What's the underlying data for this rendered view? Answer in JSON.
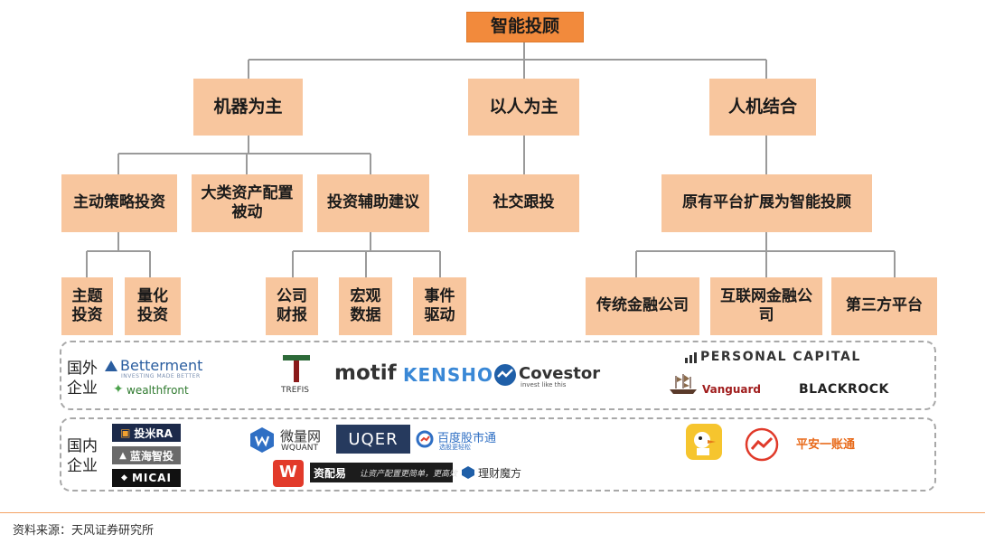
{
  "root": "智能投顾",
  "level1": [
    "机器为主",
    "以人为主",
    "人机结合"
  ],
  "level2": {
    "active": "主动策略投资",
    "passive": "大类资产配置被动",
    "assist": "投资辅助建议",
    "social": "社交跟投",
    "platform": "原有平台扩展为智能投顾"
  },
  "level3": {
    "theme": "主题投资",
    "quant": "量化投资",
    "finance": "公司财报",
    "macro": "宏观数据",
    "event": "事件驱动",
    "traditional": "传统金融公司",
    "internet": "互联网金融公司",
    "thirdparty": "第三方平台"
  },
  "groups": {
    "foreign_label": "国外企业",
    "domestic_label": "国内企业"
  },
  "logos_foreign": {
    "betterment": "Betterment",
    "betterment_tag": "INVESTING MADE BETTER",
    "wealthfront": "wealthfront",
    "trefis": "TREFIS",
    "motif": "motif",
    "kensho": "KENSHO",
    "covestor": "Covestor",
    "covestor_tag": "invest like this",
    "personal_capital": "PERSONAL CAPITAL",
    "vanguard": "Vanguard",
    "blackrock": "BLACKROCK"
  },
  "logos_domestic": {
    "touMiRA": "投米RA",
    "lanhai": "蓝海智投",
    "micai": "MICAI",
    "weiliang": "微量网",
    "wquant": "WQUANT",
    "uqer": "UQER",
    "baidu": "百度股市通",
    "baidu_tag": "选股更轻松",
    "ziPeiYi": "资配易",
    "ziPeiYi_slogan": "让资产配置更简单，更高效",
    "licai": "理财魔方",
    "pingan": "平安一账通"
  },
  "colors": {
    "root_fill": "#f28a3c",
    "box_fill": "#f8c69e",
    "connector": "#9a9a9a",
    "dashed_border": "#a8a8a8",
    "footer_rule": "#f4a466"
  },
  "source": "资料来源：天风证券研究所"
}
